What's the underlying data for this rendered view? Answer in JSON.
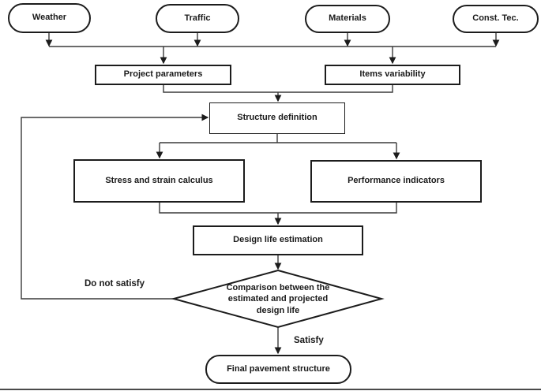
{
  "flowchart": {
    "inputs": [
      {
        "label": "Weather"
      },
      {
        "label": "Traffic"
      },
      {
        "label": "Materials"
      },
      {
        "label": "Const. Tec."
      }
    ],
    "process": {
      "project_parameters": "Project parameters",
      "items_variability": "Items variability",
      "structure_definition": "Structure definition",
      "stress_strain_calculus": "Stress and strain calculus",
      "performance_indicators": "Performance indicators",
      "design_life_estimation": "Design life estimation"
    },
    "decision": {
      "comparison": "Comparison between the\nestimated and projected\ndesign life",
      "no_label": "Do not satisfy",
      "yes_label": "Satisfy"
    },
    "terminal": {
      "final_pavement_structure": "Final pavement structure"
    },
    "colors": {
      "connector": "#3a3a3a",
      "border": "#1c1c1c",
      "text": "#1a1a1a",
      "background": "#ffffff"
    }
  }
}
